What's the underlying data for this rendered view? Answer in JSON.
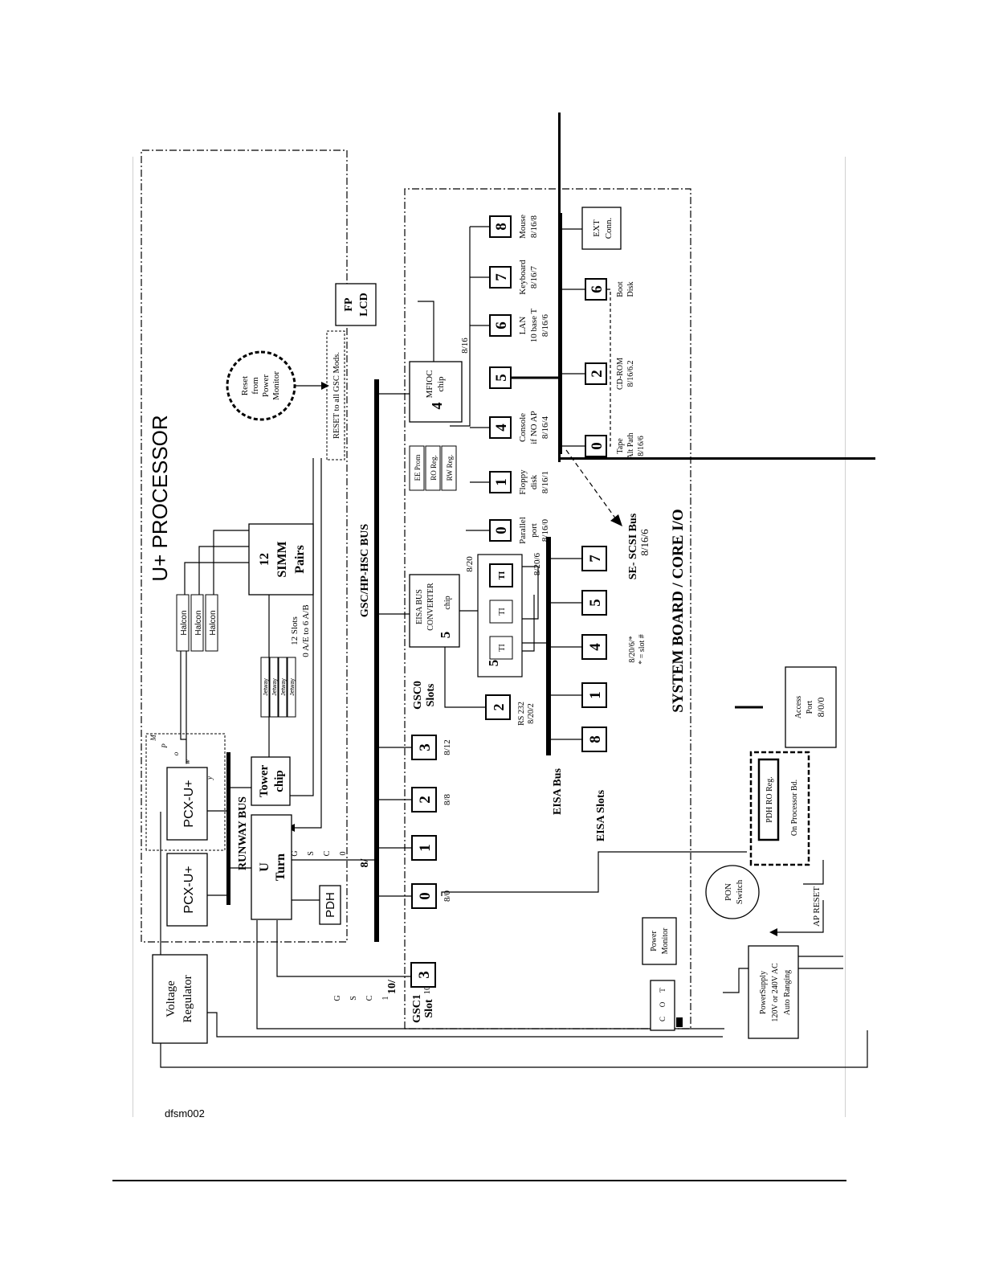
{
  "caption": "dfsm002",
  "labels": {
    "processor_title": "U+ PROCESSOR",
    "system_board_title": "SYSTEM BOARD / CORE I/O",
    "gsc_bus": "GSC/HP-HSC BUS",
    "runway_bus": "RUNWAY BUS",
    "eisa_bus": "EISA Bus",
    "eisa_slots": "EISA Slots",
    "se_scsi_bus": "SE- SCSI Bus",
    "se_scsi_path": "8/16/6",
    "gsc0_slots_1": "GSC0",
    "gsc0_slots_2": "Slots",
    "gsc1_slot_1": "GSC1",
    "gsc1_slot_2": "Slot",
    "gsc1_path": "10/12",
    "gsc0_prefix": "8/",
    "gsc1_prefix": "10/",
    "gsc0_letters": [
      "G",
      "S",
      "C",
      "0"
    ],
    "gsc1_letters": [
      "G",
      "S",
      "C",
      "1"
    ],
    "future_letters": [
      "M",
      "P",
      "o",
      "w",
      "i",
      "y"
    ],
    "reset_to_gsc": "RESET to all GSC Mods.",
    "slots_note_1": "12 Slots",
    "slots_note_2": "0 A/E to 6 A/B",
    "eisa_note_1": "8/20/6/*",
    "eisa_note_2": "* = slot #",
    "ap_reset": "AP RESET",
    "bus_8_16": "8/16",
    "bus_8_20": "8/20",
    "bus_8_20_6": "8/20/6"
  },
  "blocks": {
    "pcx1": "PCX-U+",
    "pcx2": "PCX-U+",
    "u_turn_1": "U",
    "u_turn_2": "Turn",
    "tower_1": "Tower",
    "tower_2": "chip",
    "pdh": "PDH",
    "simm_1": "12",
    "simm_2": "SIMM",
    "simm_3": "Pairs",
    "halcon": [
      "Halcon",
      "Halcon",
      "Halcon"
    ],
    "jetway": [
      "Jetway",
      "Jetway",
      "Jetway",
      "Jetway"
    ],
    "voltage_1": "Voltage",
    "voltage_2": "Regulator",
    "eisa_conv_1": "EISA BUS",
    "eisa_conv_2": "CONVERTER",
    "eisa_conv_3": "chip",
    "eisa_conv_num": "5",
    "ti_group_num": "5",
    "ti": [
      "TI",
      "TI",
      "TI"
    ],
    "mfioc_num": "4",
    "mfioc_1": "MFIOC",
    "mfioc_2": "chip",
    "rom_1": "EE Prom",
    "rom_2": "RO Reg.",
    "rom_3": "RW Reg.",
    "fp_1": "FP",
    "fp_2": "LCD",
    "ext_1": "EXT",
    "ext_2": "Conn.",
    "reset_1": "Reset",
    "reset_2": "from",
    "reset_3": "Power",
    "reset_4": "Monitor",
    "access_1": "Access",
    "access_2": "Port",
    "access_3": "8/0/0",
    "pdh_ro_1": "PDH RO Reg.",
    "pdh_ro_2": "On Processor Bd.",
    "pon_1": "PON",
    "pon_2": "Switch",
    "power_mon_1": "Power",
    "power_mon_2": "Monitor",
    "psu_1": "PowerSupply",
    "psu_2": "120V or 240V AC",
    "psu_3": "Auto Ranging",
    "toc": [
      "T",
      "O",
      "C"
    ]
  },
  "gsc_slots": [
    {
      "num": "0",
      "path": "8/0"
    },
    {
      "num": "1",
      "path": ""
    },
    {
      "num": "2",
      "path": "8/8"
    },
    {
      "num": "3",
      "path": "8/12"
    }
  ],
  "gsc1": {
    "num": "3"
  },
  "rs232": {
    "num": "2",
    "l1": "RS 232",
    "l2": "8/20/2"
  },
  "eisa_slots": [
    "8",
    "1",
    "4",
    "5",
    "7"
  ],
  "io_ports": [
    {
      "num": "0",
      "l1": "Parallel",
      "l2": "port",
      "l3": "8/16/0"
    },
    {
      "num": "1",
      "l1": "Floppy",
      "l2": "disk",
      "l3": "8/16/1"
    },
    {
      "num": "4",
      "l1": "Console",
      "l2": "if NO AP",
      "l3": "8/16/4"
    },
    {
      "num": "5",
      "l1": "",
      "l2": "",
      "l3": ""
    },
    {
      "num": "6",
      "l1": "LAN",
      "l2": "10 base T",
      "l3": "8/16/6"
    },
    {
      "num": "7",
      "l1": "Keyboard",
      "l2": "8/16/7",
      "l3": ""
    },
    {
      "num": "8",
      "l1": "Mouse",
      "l2": "8/16/8",
      "l3": ""
    }
  ],
  "scsi_devices": [
    {
      "num": "0",
      "l1": "Tape",
      "l2": "Alt Path",
      "l3": "8/16/6"
    },
    {
      "num": "2",
      "l1": "CD-ROM",
      "l2": "8/16/6.2",
      "l3": ""
    },
    {
      "num": "6",
      "l1": "Boot",
      "l2": "Disk",
      "l3": ""
    }
  ]
}
